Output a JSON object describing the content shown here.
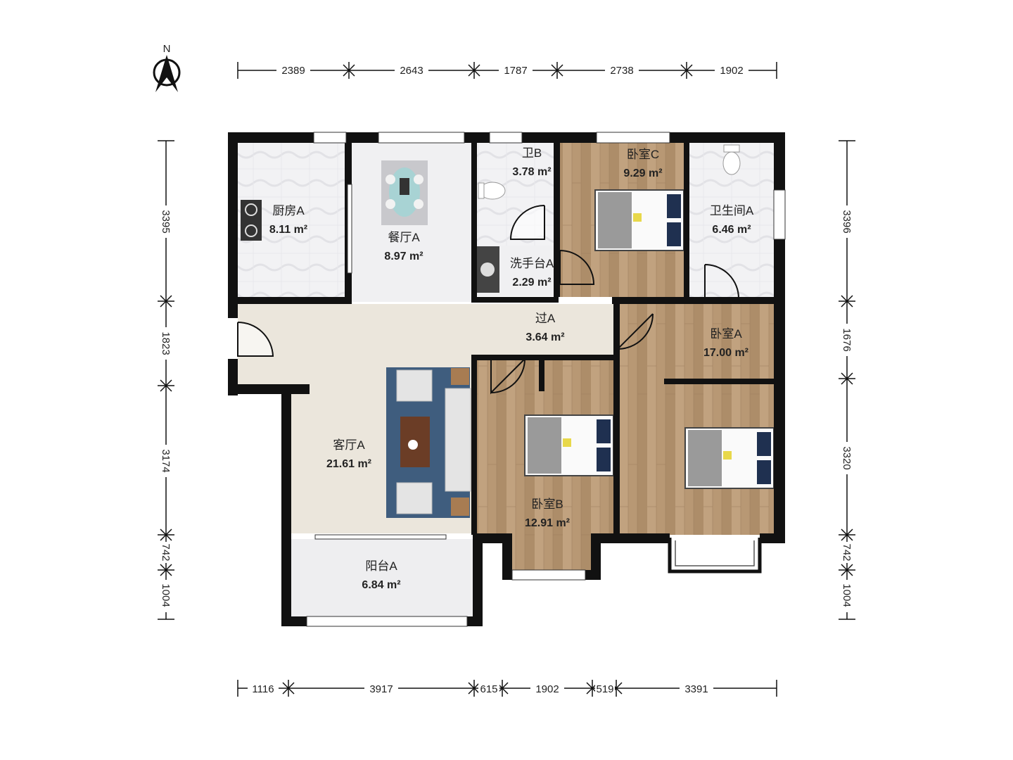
{
  "compass": {
    "label": "N",
    "icon": "north-arrow-icon"
  },
  "rooms": {
    "kitchen": {
      "name": "厨房A",
      "area": "8.11 m²"
    },
    "dining": {
      "name": "餐厅A",
      "area": "8.97 m²"
    },
    "bath_b": {
      "name": "卫B",
      "area": "3.78 m²"
    },
    "bedroom_c": {
      "name": "卧室C",
      "area": "9.29 m²"
    },
    "bath_a": {
      "name": "卫生间A",
      "area": "6.46 m²"
    },
    "vanity": {
      "name": "洗手台A",
      "area": "2.29 m²"
    },
    "corridor": {
      "name": "过A",
      "area": "3.64 m²"
    },
    "bedroom_a": {
      "name": "卧室A",
      "area": "17.00 m²"
    },
    "living": {
      "name": "客厅A",
      "area": "21.61 m²"
    },
    "bedroom_b": {
      "name": "卧室B",
      "area": "12.91 m²"
    },
    "balcony": {
      "name": "阳台A",
      "area": "6.84 m²"
    }
  },
  "dimensions": {
    "top": [
      "2389",
      "2643",
      "1787",
      "2738",
      "1902"
    ],
    "bottom": [
      "1116",
      "3917",
      "615",
      "1902",
      "519",
      "3391"
    ],
    "left": [
      "3395",
      "1823",
      "3174",
      "742",
      "1004"
    ],
    "right": [
      "3396",
      "1676",
      "3320",
      "742",
      "1004"
    ]
  },
  "colors": {
    "wall": "#111111",
    "wood_floor": "#b89874",
    "tile_floor": "#f0f0f2",
    "living_floor": "#ebe6dc",
    "rug": "#3f5d7e"
  }
}
